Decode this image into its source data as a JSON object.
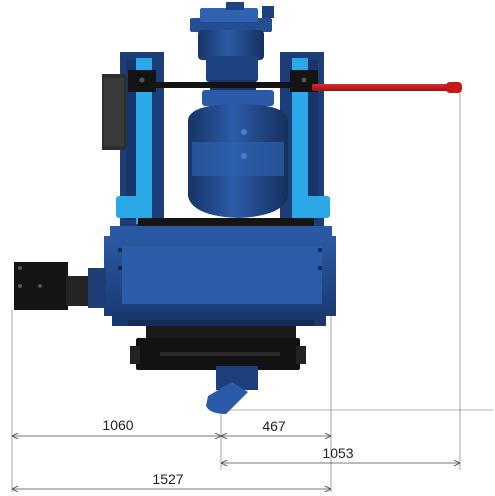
{
  "colors": {
    "machine_dark": "#1f3f7a",
    "machine_mid": "#2a5aa8",
    "machine_light": "#3a76c8",
    "accent_cyan": "#2aa8e8",
    "black": "#141414",
    "rod_red": "#c81818",
    "dimension": "#4a4a4a"
  },
  "dimensions": [
    {
      "id": "dim-1060",
      "label": "1060"
    },
    {
      "id": "dim-467",
      "label": "467"
    },
    {
      "id": "dim-1053",
      "label": "1053"
    },
    {
      "id": "dim-1527",
      "label": "1527"
    }
  ]
}
